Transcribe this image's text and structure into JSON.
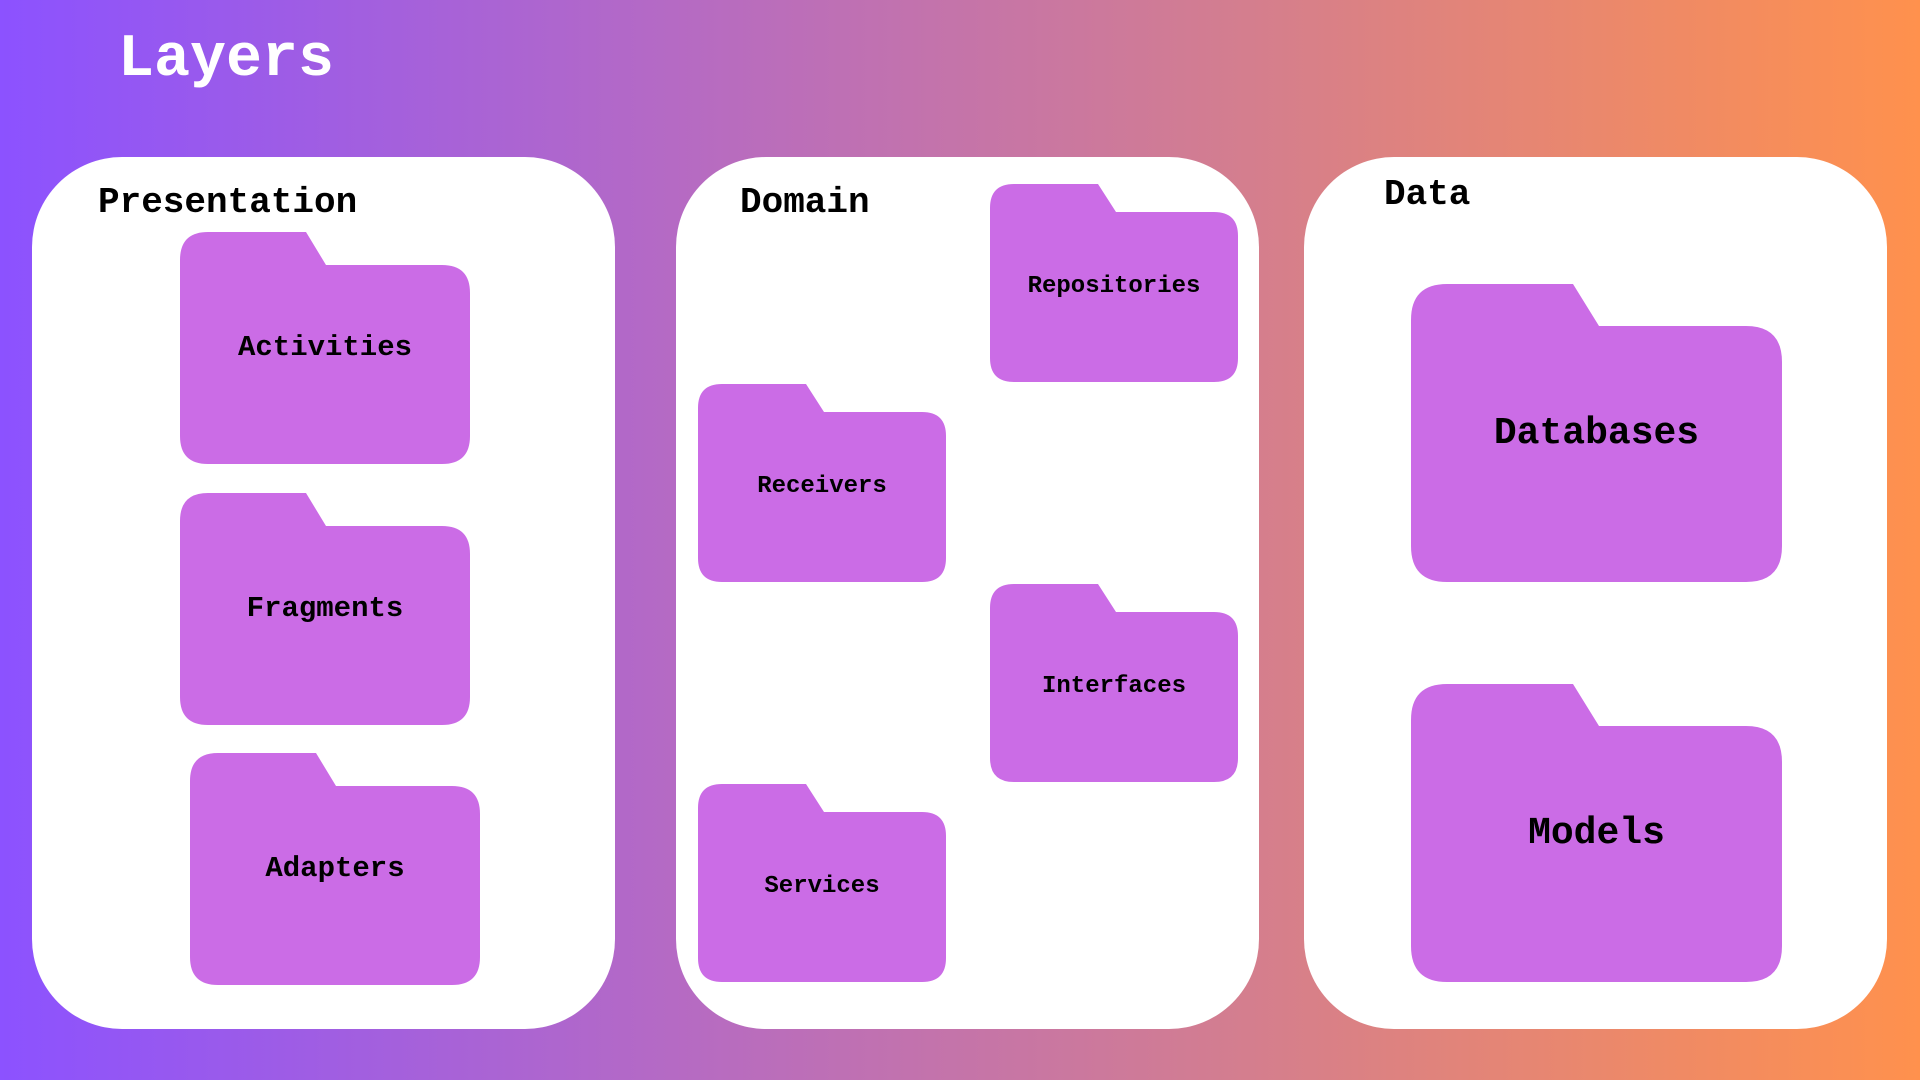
{
  "title": "Layers",
  "colors": {
    "folder": "#cb6ce6",
    "panel": "#ffffff",
    "gradient_start": "#8c52ff",
    "gradient_end": "#ff914d"
  },
  "panels": [
    {
      "label": "Presentation",
      "folders": [
        "Activities",
        "Fragments",
        "Adapters"
      ]
    },
    {
      "label": "Domain",
      "folders": [
        "Repositories",
        "Receivers",
        "Interfaces",
        "Services"
      ]
    },
    {
      "label": "Data",
      "folders": [
        "Databases",
        "Models"
      ]
    }
  ]
}
